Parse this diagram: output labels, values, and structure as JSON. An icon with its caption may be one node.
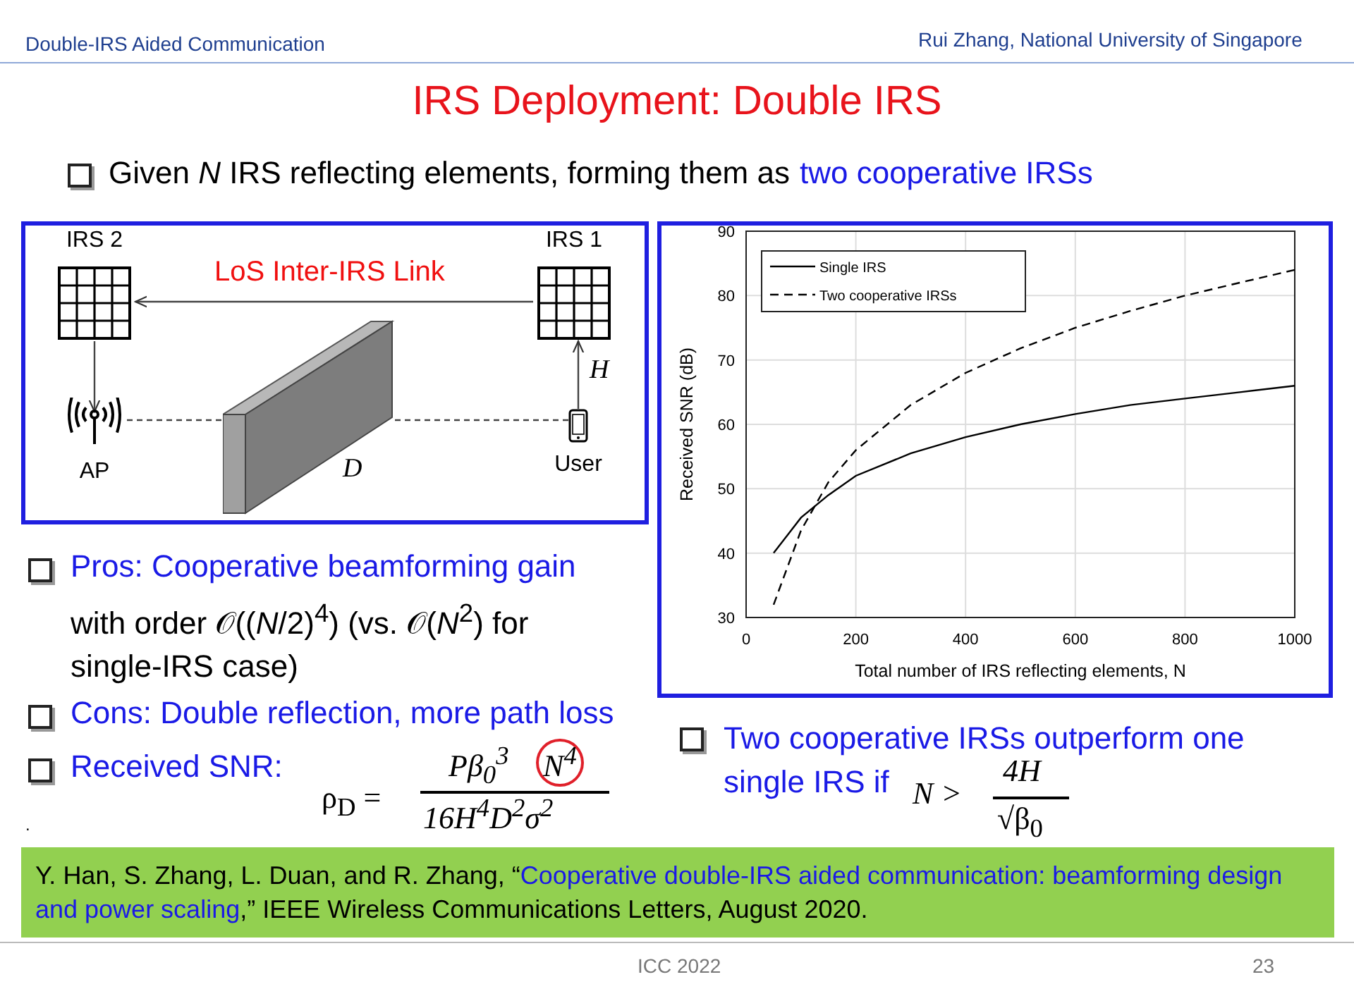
{
  "diagram": {
    "title": "IRS Deployment: Double IRS",
    "nodes": [
      {
        "text": [
          "IRS 2"
        ]
      },
      {
        "text": [
          "IRS 1"
        ]
      },
      {
        "text": [
          "AP"
        ]
      },
      {
        "text": [
          "User"
        ]
      },
      {
        "text": [],
        "shape": "box",
        "beside": [
          "*D*"
        ]
      }
    ],
    "edges": [
      {
        "from": 1,
        "to": 0,
        "arrow": "to",
        "label": "LoS Inter-IRS Link"
      },
      {
        "from": 0,
        "to": 2,
        "arrow": "to"
      },
      {
        "from": 3,
        "to": 1,
        "arrow": "to",
        "label": "*H*"
      },
      {
        "from": 2,
        "to": 4,
        "arrow": "none",
        "style": "dashed"
      },
      {
        "from": 4,
        "to": 3,
        "arrow": "none",
        "style": "dashed"
      }
    ],
    "labels": [
      "Double-IRS Aided Communication",
      "Rui Zhang, National University of Singapore",
      "Given *N* IRS reflecting elements, forming them as",
      "two cooperative IRSs",
      "Pros: Cooperative beamforming gain",
      "with order 𝒪((*N*/2)$^{4}$) (vs. 𝒪(*N*$^{2}$) for single-IRS case)",
      "Cons: Double reflection, more path loss",
      "Two cooperative IRSs outperform one single IRS if",
      "Received SNR:",
      "ρ$_{D}$ =",
      "Pβ$_{0}$$^{3}$",
      "N$^{4}$",
      "N >",
      "4H",
      "16H$^{4}$D$^{2}$σ$^{2}$",
      "√β$_{0}$",
      ".",
      "Y. Han, S. Zhang, L. Duan, and R. Zhang, “",
      "Cooperative double-IRS aided communication: beamforming design and power scaling",
      ",” IEEE Wireless Communications Letters, August 2020.",
      "ICC 2022",
      "23"
    ],
    "chart_data": {
      "type": "line",
      "xlabel": "Total number of IRS reflecting elements, N",
      "ylabel": "Received SNR (dB)",
      "x": [
        50,
        100,
        150,
        200,
        300,
        400,
        500,
        600,
        700,
        800,
        900,
        1000
      ],
      "series": [
        {
          "name": "Single IRS",
          "color": "#000000",
          "line_style": "solid",
          "values": [
            40,
            45.5,
            49,
            52,
            55.5,
            58,
            60,
            61.6,
            63,
            64,
            65,
            66
          ]
        },
        {
          "name": "Two cooperative IRSs",
          "color": "#000000",
          "line_style": "dashed",
          "values": [
            32,
            43.5,
            51,
            56,
            63,
            68,
            71.8,
            75,
            77.6,
            80,
            82,
            84
          ]
        }
      ],
      "xlim": [
        0,
        1000
      ],
      "ylim": [
        30,
        90
      ],
      "xticks": [
        0,
        200,
        400,
        600,
        800,
        1000
      ],
      "yticks": [
        30,
        40,
        50,
        60,
        70,
        80,
        90
      ],
      "grid": true,
      "legend": "upper left"
    }
  }
}
